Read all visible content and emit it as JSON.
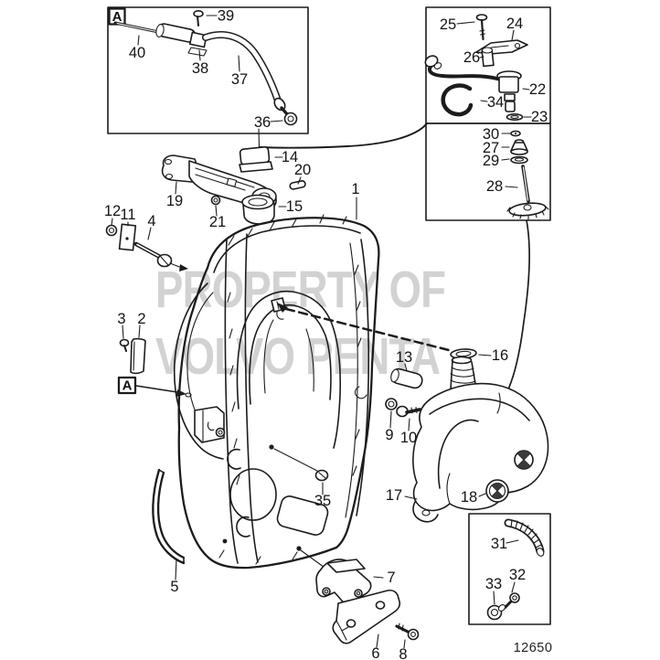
{
  "watermark": {
    "line1": "PROPERTY OF",
    "line2": "VOLVO PENTA"
  },
  "drawing_number": "12650",
  "view_label": "A",
  "callouts": {
    "n1": "1",
    "n2": "2",
    "n3": "3",
    "n4": "4",
    "n5": "5",
    "n6": "6",
    "n7": "7",
    "n8": "8",
    "n9": "9",
    "n10": "10",
    "n11": "11",
    "n12": "12",
    "n13": "13",
    "n14": "14",
    "n15": "15",
    "n16": "16",
    "n17": "17",
    "n18": "18",
    "n19": "19",
    "n20": "20",
    "n21": "21",
    "n22": "22",
    "n23": "23",
    "n24": "24",
    "n25": "25",
    "n26": "26",
    "n27": "27",
    "n28": "28",
    "n29": "29",
    "n30": "30",
    "n31": "31",
    "n32": "32",
    "n33": "33",
    "n34": "34",
    "n35": "35",
    "n36": "36",
    "n37": "37",
    "n38": "38",
    "n39": "39",
    "n40": "40"
  }
}
